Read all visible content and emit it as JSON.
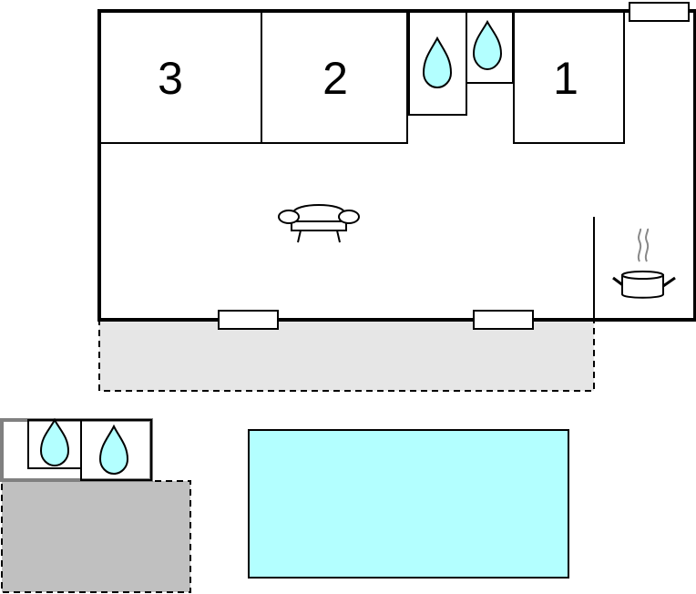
{
  "colors": {
    "wall": "#000000",
    "water": "#b3ffff",
    "terrace_light": "#e6e6e6",
    "terrace_dark": "#c0c0c0",
    "annex_wall": "#808080",
    "steam": "#888888",
    "background": "#ffffff"
  },
  "rooms": {
    "bedroom_3": "3",
    "bedroom_2": "2",
    "bedroom_1": "1"
  },
  "icons": {
    "living_room": "sofa-icon",
    "kitchen": "cooking-pot-icon",
    "bathroom": "water-drop-icon"
  }
}
